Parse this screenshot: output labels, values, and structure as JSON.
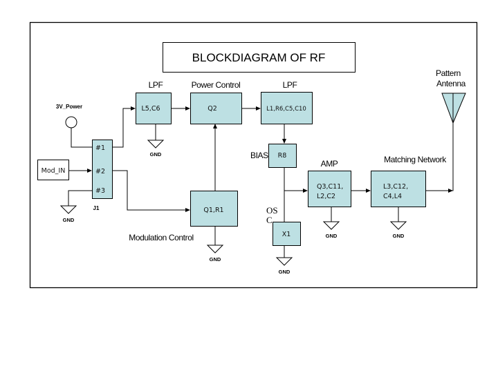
{
  "title": "BLOCKDIAGRAM OF RF",
  "colors": {
    "block_fill": "#bde0e3",
    "line": "#000000",
    "background": "#ffffff"
  },
  "labels": {
    "lpf1": "LPF",
    "power_control": "Power Control",
    "lpf2": "LPF",
    "pattern_antenna_line1": "Pattern",
    "pattern_antenna_line2": "Antenna",
    "bias": "BIAS",
    "amp": "AMP",
    "matching_network": "Matching Network",
    "osc_line1": "OS",
    "osc_line2": "C",
    "modulation_control": "Modulation Control",
    "power_source": "3V_Power",
    "connector": "J1"
  },
  "blocks": {
    "lpf1": "L5,C6",
    "power_control": "Q2",
    "lpf2": "L1,R6,C5,C10",
    "bias": "R8",
    "amp_line1": "Q3,C11,",
    "amp_line2": "L2,C2",
    "matching_line1": "L3,C12,",
    "matching_line2": "C4,L4",
    "osc": "X1",
    "modulation": "Q1,R1",
    "mod_in": "Mod_IN",
    "pin1": "#1",
    "pin2": "#2",
    "pin3": "#3"
  },
  "ground_label": "GND"
}
